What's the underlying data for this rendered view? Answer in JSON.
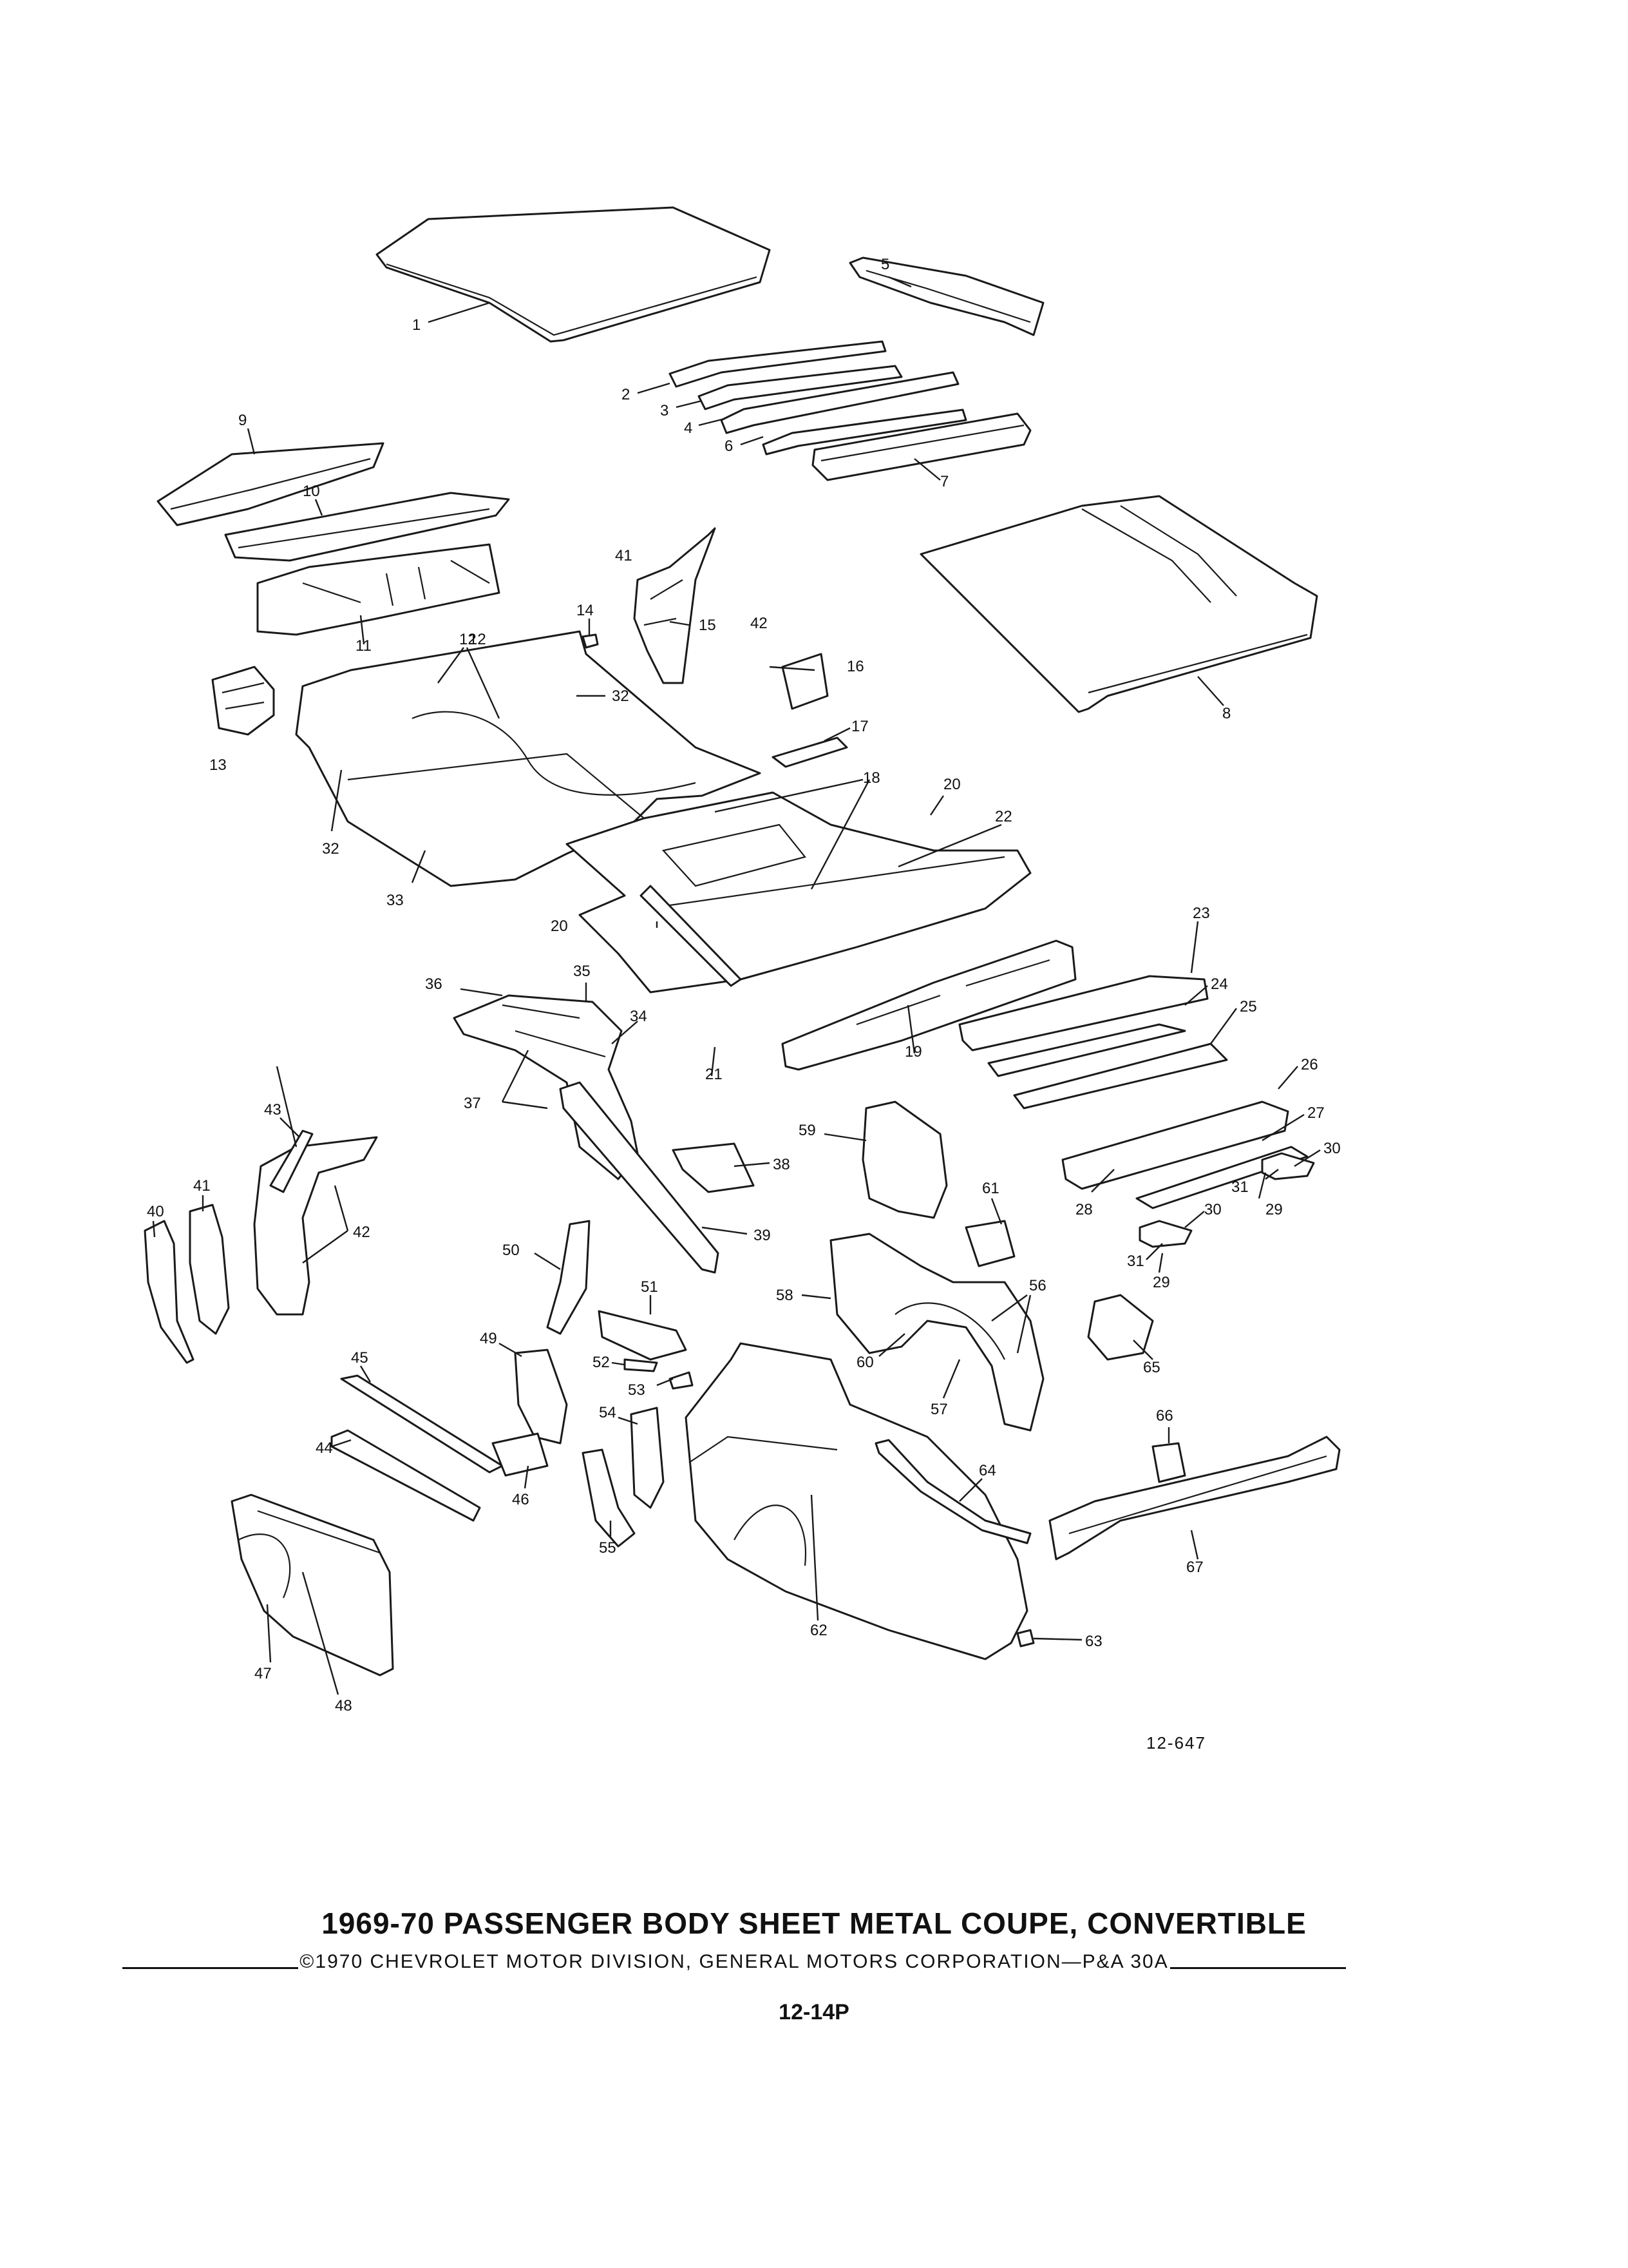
{
  "figure": {
    "ref_number": "12-647",
    "title": "1969-70 PASSENGER BODY SHEET METAL COUPE, CONVERTIBLE",
    "copyright": "©1970 CHEVROLET MOTOR DIVISION, GENERAL MOTORS CORPORATION—P&A 30A",
    "page_number": "12-14P"
  },
  "callouts": [
    "1",
    "2",
    "3",
    "4",
    "5",
    "6",
    "7",
    "8",
    "9",
    "10",
    "11",
    "12",
    "12",
    "13",
    "14",
    "15",
    "16",
    "17",
    "18",
    "19",
    "20",
    "20",
    "21",
    "22",
    "23",
    "24",
    "25",
    "26",
    "27",
    "28",
    "29",
    "29",
    "30",
    "30",
    "31",
    "31",
    "32",
    "32",
    "33",
    "34",
    "35",
    "36",
    "37",
    "38",
    "39",
    "40",
    "41",
    "41",
    "42",
    "42",
    "43",
    "44",
    "45",
    "46",
    "47",
    "48",
    "49",
    "50",
    "51",
    "52",
    "53",
    "54",
    "55",
    "56",
    "57",
    "58",
    "59",
    "60",
    "61",
    "62",
    "63",
    "64",
    "65",
    "66",
    "67"
  ]
}
